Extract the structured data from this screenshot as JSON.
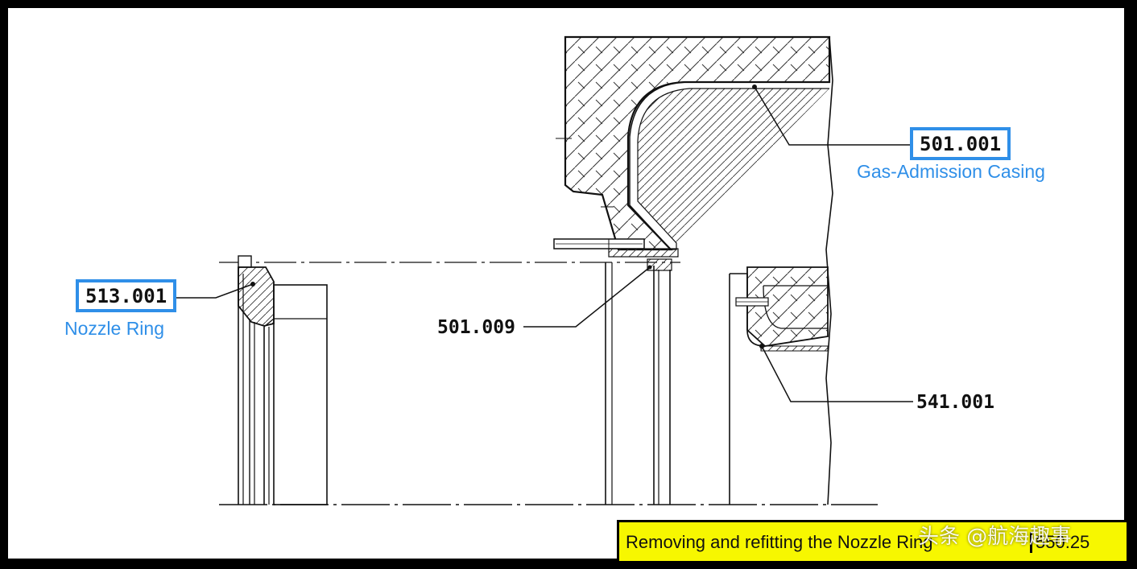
{
  "callouts": {
    "gas_admission": {
      "number": "501.001",
      "name": "Gas-Admission Casing"
    },
    "nozzle_ring": {
      "number": "513.001",
      "name": "Nozzle Ring"
    },
    "part_501_009": {
      "number": "501.009"
    },
    "part_541_001": {
      "number": "541.001"
    }
  },
  "caption": {
    "text": "Removing and refitting the Nozzle Ring",
    "code": "550.25",
    "watermark": "头条 @航海趣事"
  },
  "colors": {
    "callout_accent": "#2f8fe8",
    "caption_background": "#f7f700",
    "frame": "#000000"
  }
}
